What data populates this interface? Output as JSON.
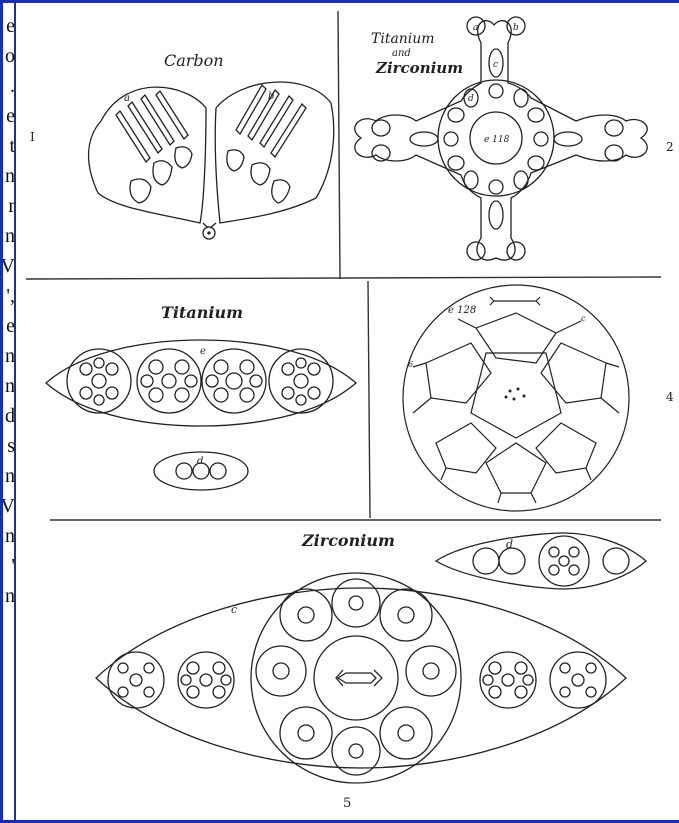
{
  "background_text": [
    "e",
    "o",
    ".",
    "e",
    "t",
    "n",
    "r",
    "n",
    "V",
    "',",
    "e",
    "n",
    "n",
    "d",
    "s",
    "n",
    "V",
    "n",
    "'",
    "n"
  ],
  "plate": {
    "panels": [
      {
        "number": "I",
        "title": "Carbon",
        "labels": [
          "a",
          "b"
        ]
      },
      {
        "number": "2",
        "title_line1": "Titanium",
        "title_line2": "and",
        "title_line3": "Zirconium",
        "center_label": "e 118",
        "labels": [
          "a",
          "b",
          "c",
          "d"
        ]
      },
      {
        "number": "",
        "title": "Titanium",
        "labels": [
          "e",
          "d"
        ]
      },
      {
        "number": "4",
        "center_label": "e 128",
        "labels": [
          "c",
          "6"
        ]
      },
      {
        "number": "5",
        "title": "Zirconium",
        "labels": [
          "c",
          "d"
        ]
      }
    ]
  },
  "colors": {
    "frame": "#1a2fb0",
    "ink": "#222222"
  }
}
